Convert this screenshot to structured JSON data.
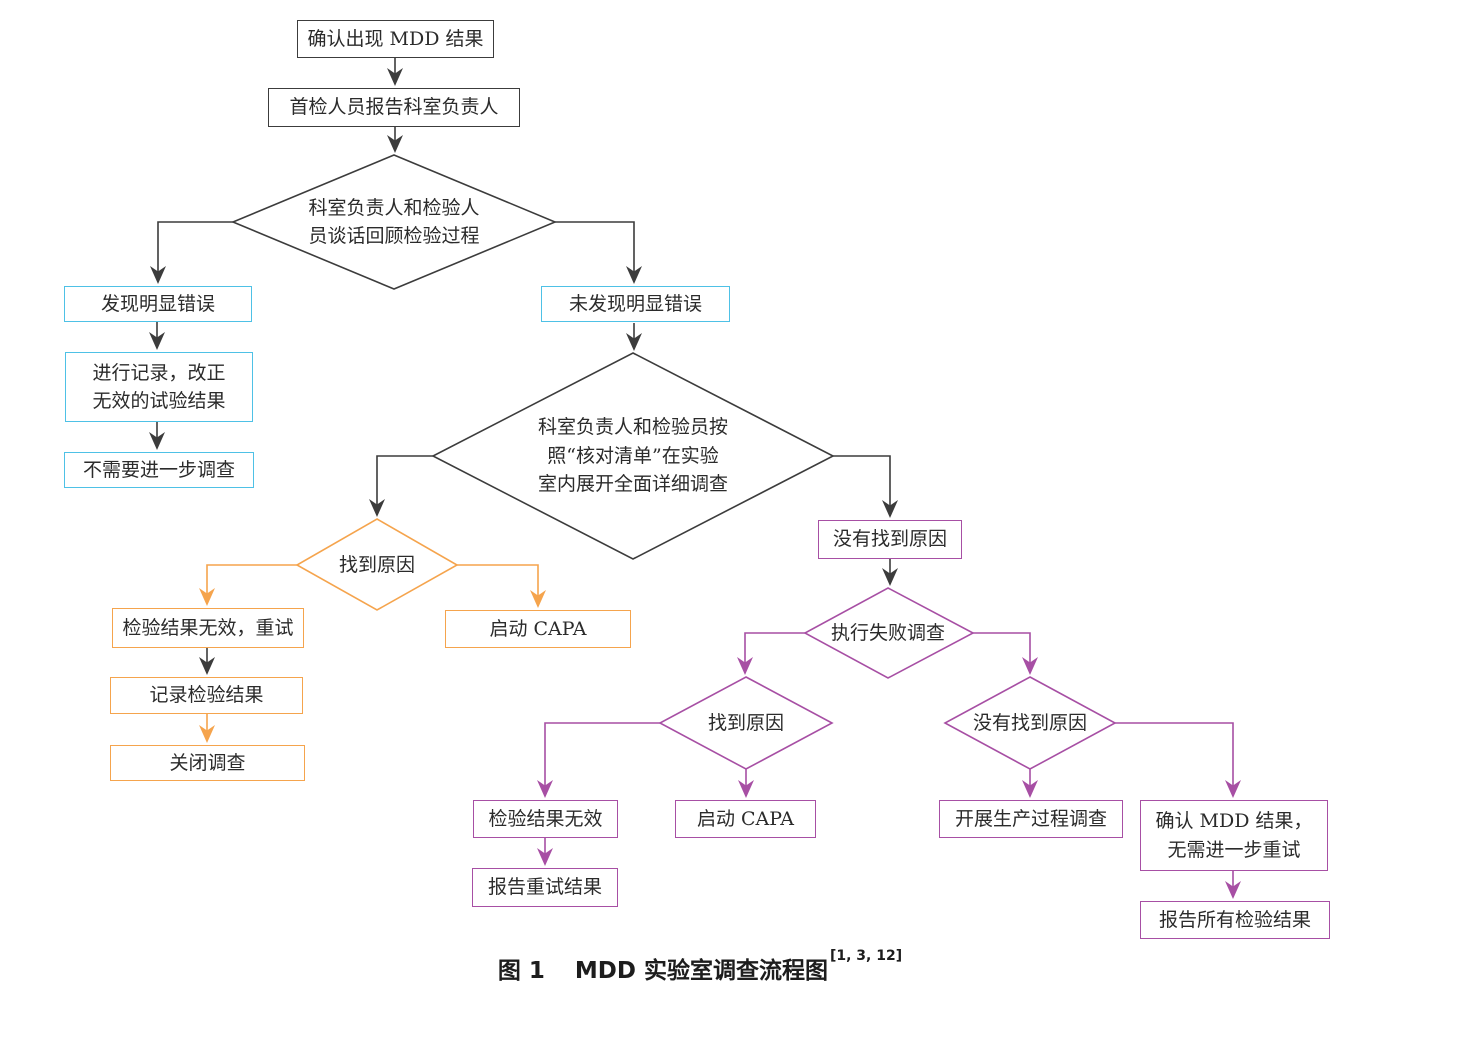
{
  "nodes": {
    "confirm_mdd": "确认出现 MDD 结果",
    "report_supervisor": "首检人员报告科室负责人",
    "review_interview": "科室负责人和检验人\n员谈话回顾检验过程",
    "obvious_error_found": "发现明显错误",
    "record_correct": "进行记录，改正\n无效的试验结果",
    "no_further_investigation": "不需要进一步调查",
    "no_obvious_error": "未发现明显错误",
    "checklist_investigation": "科室负责人和检验员按\n照“核对清单”在实验\n室内展开全面详细调查",
    "cause_found_lab": "找到原因",
    "result_invalid_retest": "检验结果无效，重试",
    "record_test_result": "记录检验结果",
    "close_investigation": "关闭调查",
    "start_capa_lab": "启动 CAPA",
    "cause_not_found_box": "没有找到原因",
    "failure_investigation": "执行失败调查",
    "cause_found_failure": "找到原因",
    "test_result_invalid": "检验结果无效",
    "report_retest_result": "报告重试结果",
    "start_capa_failure": "启动 CAPA",
    "cause_not_found_failure": "没有找到原因",
    "production_investigation": "开展生产过程调查",
    "confirm_mdd_no_retest": "确认 MDD 结果，\n无需进一步重试",
    "report_all_results": "报告所有检验结果"
  },
  "caption": {
    "figure_label": "图 1",
    "title": "MDD 实验室调查流程图",
    "citation": "[1, 3, 12]"
  },
  "colors": {
    "line_black": "#3c3c3c",
    "box_cyan": "#4ec1e6",
    "box_orange": "#f5a44d",
    "box_purple": "#a74fa4",
    "text": "#2b2b2b"
  }
}
